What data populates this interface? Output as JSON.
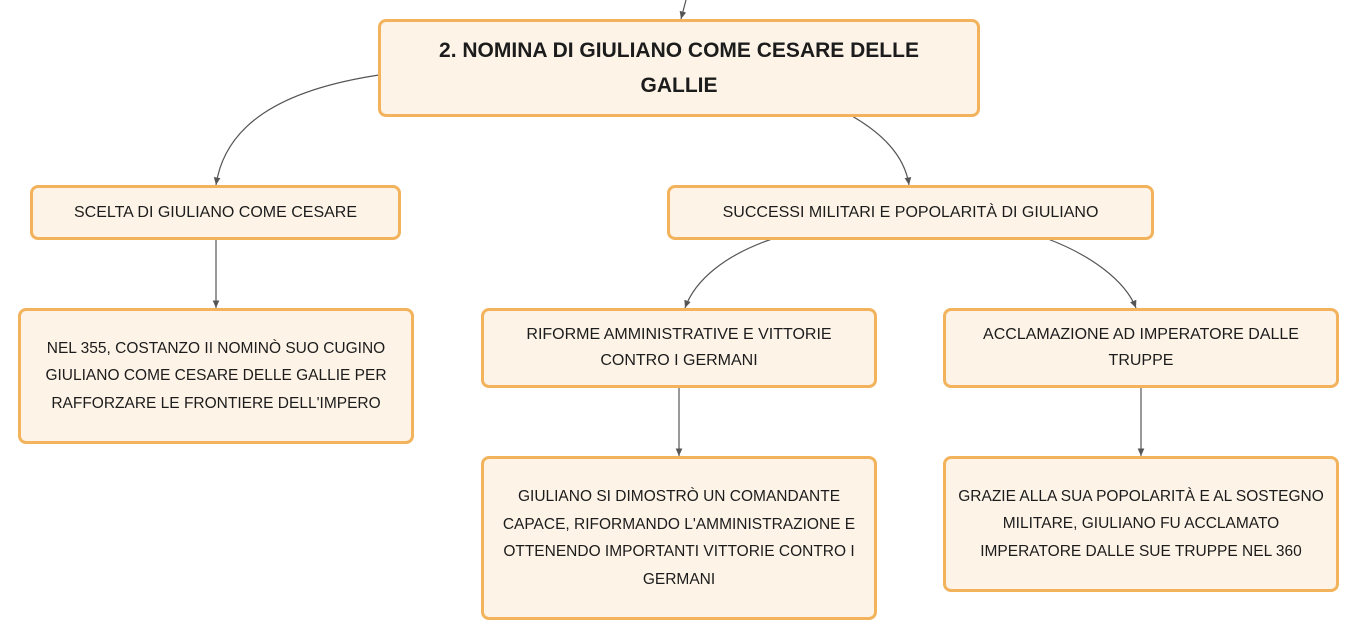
{
  "map": {
    "root": {
      "text": "2. NOMINA DI GIULIANO COME CESARE DELLE GALLIE"
    },
    "branches": [
      {
        "label": "SCELTA DI GIULIANO COME CESARE",
        "detail": "NEL 355, COSTANZO II NOMINÒ SUO CUGINO GIULIANO COME CESARE DELLE GALLIE PER RAFFORZARE LE FRONTIERE DELL'IMPERO"
      },
      {
        "label": "SUCCESSI MILITARI E POPOLARITÀ DI GIULIANO",
        "children": [
          {
            "label": "RIFORME AMMINISTRATIVE E VITTORIE CONTRO I GERMANI",
            "detail": "GIULIANO SI DIMOSTRÒ UN COMANDANTE CAPACE, RIFORMANDO L'AMMINISTRAZIONE E OTTENENDO IMPORTANTI VITTORIE CONTRO I GERMANI"
          },
          {
            "label": "ACCLAMAZIONE AD IMPERATORE DALLE TRUPPE",
            "detail": "GRAZIE ALLA SUA POPOLARITÀ E AL SOSTEGNO MILITARE, GIULIANO FU ACCLAMATO IMPERATORE DALLE SUE TRUPPE NEL 360"
          }
        ]
      }
    ]
  },
  "colors": {
    "node_fill": "#fdf3e7",
    "node_border": "#f2b35c",
    "connector": "#555555",
    "text": "#1c1c1c"
  }
}
